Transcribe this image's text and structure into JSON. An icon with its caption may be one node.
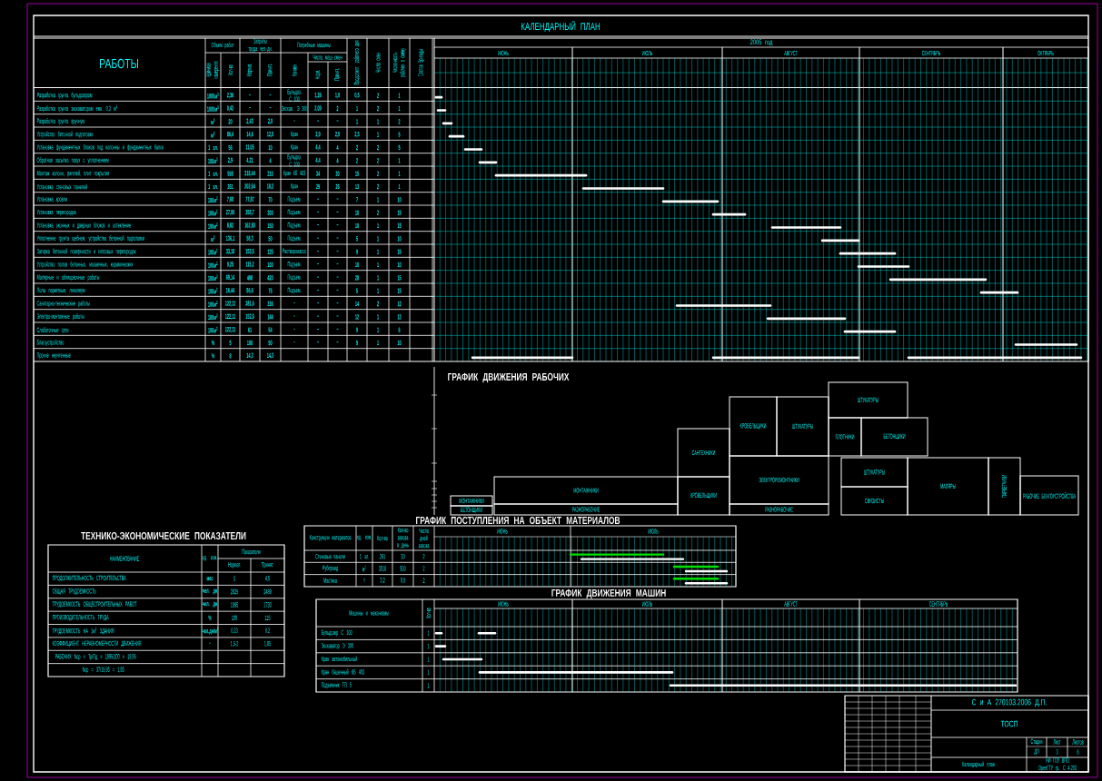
{
  "diagram": {
    "title": "КАЛЕНДАРНЫЙ ПЛАН",
    "nodes": [
      {
        "text": [
          "МОНТАЖНИКИ"
        ]
      },
      {
        "text": [
          "БЕТОНЩИКИ"
        ]
      },
      {
        "text": [
          "МОНТАЖНИКИ"
        ]
      },
      {
        "text": [
          "РАЗНОРАБОЧИЕ"
        ]
      },
      {
        "text": [
          "САНТЕХНИКИ"
        ]
      },
      {
        "text": [
          "КРОВЕЛЬЩИКИ"
        ]
      },
      {
        "text": [
          "КРОВЕЛЬЩИКИ"
        ]
      },
      {
        "text": [
          "ШТУКАТУРЫ"
        ]
      },
      {
        "text": [
          "ЭЛЕКТРОРЕМОНТНИКИ"
        ]
      },
      {
        "text": [
          "РАЗНОРАБОЧИЕ"
        ]
      },
      {
        "text": [
          "ШТУКАТУРЫ"
        ]
      },
      {
        "text": [
          "ПЛОТНИКИ"
        ]
      },
      {
        "text": [
          "БЕТОНЩИКИ"
        ]
      },
      {
        "text": [
          "ШТУКАТУРЫ"
        ]
      },
      {
        "text": [
          "СВЯЗИСТЫ"
        ]
      },
      {
        "text": [
          "МАЛЯРЫ"
        ]
      },
      {
        "text": [
          "ПАРКЕТЧИКИ"
        ]
      },
      {
        "text": [
          "РАБОЧИЕ БЛАГОУСТРОЙСТВА"
        ]
      }
    ],
    "labels": [
      "РАБОТЫ",
      "Объем работ",
      "Затраты труда чел.-дн.",
      "Потребные машины",
      "Число маш.-смен",
      "единица измерения",
      "Кол-во",
      "Нормат.",
      "Принят.",
      "Наимен.",
      "Норм.",
      "Принят.",
      "Продолжит. рабочего дня",
      "Число смен",
      "Численность рабочих в смену",
      "Состав бригады",
      "2005 год",
      "ИЮНЬ",
      "ИЮЛЬ",
      "АВГУСТ",
      "СЕНТЯБРЬ",
      "ОКТЯБРЬ",
      "Разработка грунта бульдозером",
      "1000м$^{3}$",
      "2,36",
      "–",
      "–",
      "Бульдоз. С 100",
      "1,26",
      "1,0",
      "0,5",
      "2",
      "1",
      "Разработка грунта экскаватором емк. 0,3 м$^{3}$",
      "1000м$^{3}$",
      "0,42",
      "–",
      "–",
      "Экскав. Э 300",
      "2,09",
      "2",
      "1",
      "2",
      "1",
      "Разработка грунта вручную",
      "м$^{3}$",
      "20",
      "2,43",
      "2,0",
      "–",
      "–",
      "–",
      "1",
      "1",
      "2",
      "Устройство бетонной подготовки",
      "м$^{3}$",
      "86,4",
      "14,6",
      "12,5",
      "Кран",
      "2,9",
      "2,5",
      "2,5",
      "1",
      "5",
      "Установка фундаментных блоков под колонны и фундаментных балок",
      "1 эл.",
      "56",
      "11,05",
      "10",
      "Кран",
      "4,4",
      "4",
      "2",
      "2",
      "5",
      "Обратная засыпка пазух с уплотнением",
      "100м$^{3}$",
      "2,9",
      "4,21",
      "4",
      "Бульдоз. С 100",
      "4,4",
      "4",
      "2",
      "2",
      "1",
      "Монтаж колонн, ригелей, плит покрытия",
      "1 эл.",
      "598",
      "218,44",
      "210",
      "Кран КБ 403",
      "34",
      "30",
      "15",
      "2",
      "1",
      "Установка стеновых панелей",
      "1 эл.",
      "261",
      "202,64",
      "18,2",
      "Кран",
      "29",
      "26",
      "13",
      "2",
      "1",
      "Установка кровли",
      "100м$^{2}$",
      "7,60",
      "77,87",
      "70",
      "Подъем.",
      "–",
      "–",
      "7",
      "1",
      "10",
      "Установка перегородок",
      "100м$^{2}$",
      "27,00",
      "358,7",
      "300",
      "Подъем.",
      "–",
      "–",
      "10",
      "2",
      "15",
      "Установка оконных и дверных блоков и остекление",
      "100м$^{2}$",
      "8,82",
      "162,80",
      "150",
      "Подъем.",
      "–",
      "–",
      "10",
      "1",
      "15",
      "Уплотнение грунта щебнем, устройство бетонной подготовки",
      "м$^{3}$",
      "136,1",
      "58,3",
      "50",
      "Подъем.",
      "–",
      "–",
      "5",
      "1",
      "10",
      "Затирка бетонной поверхности и гипсовых перегородок",
      "100м$^{2}$",
      "33,18",
      "153,5",
      "135",
      "Растворонасос",
      "–",
      "–",
      "9",
      "1",
      "15",
      "Устройство полов бетонных, мозаичных, керамических",
      "100м$^{2}$",
      "9,25",
      "115,2",
      "100",
      "Подъем.",
      "–",
      "–",
      "10",
      "1",
      "10",
      "Малярные и облицовочные работы",
      "100м$^{2}$",
      "69,14",
      "498",
      "420",
      "Подъем.",
      "–",
      "–",
      "28",
      "1",
      "15",
      "Полы паркетные, линолеум",
      "100м$^{2}$",
      "16,44",
      "86,6",
      "75",
      "Подъем.",
      "–",
      "–",
      "5",
      "1",
      "15",
      "Санитарно-технические работы",
      "100м$^{2}$",
      "122,11",
      "381,6",
      "336",
      "–",
      "–",
      "–",
      "14",
      "2",
      "12",
      "Электро-монтажные работы",
      "100м$^{2}$",
      "122,11",
      "152,6",
      "144",
      "–",
      "–",
      "–",
      "12",
      "1",
      "12",
      "Слаботочные сети",
      "100м$^{2}$",
      "122,11",
      "61",
      "54",
      "–",
      "–",
      "–",
      "9",
      "1",
      "6",
      "Благоустройство",
      "%",
      "5",
      "100",
      "90",
      "–",
      "–",
      "–",
      "9",
      "1",
      "10",
      "Прочие неучтенные",
      "%",
      "8",
      "14,3",
      "14,3",
      "ГРАФИК ДВИЖЕНИЯ РАБОЧИХ",
      "ТЕХНИКО-ЭКОНОМИЧЕСКИЕ ПОКАЗАТЕЛИ",
      "НАИМЕНОВАНИЕ",
      "ед. изм.",
      "Показатели",
      "Нормат.",
      "Принят.",
      "ПРОДОЛЖИТЕЛЬНОСТЬ СТРОИТЕЛЬСТВА",
      "мес",
      "5",
      "4,5",
      "ОБЩАЯ ТРУДОЕМКОСТЬ",
      "чел. дн",
      "2825",
      "2489",
      "ТРУДОЕМКОСТЬ ОБЩЕСТРОИТЕЛЬНЫХ РАБОТ",
      "чел. дн",
      "1995",
      "1730",
      "ПРОИЗВОДИТЕЛЬНОСТЬ ТРУДА",
      "%",
      "100",
      "115",
      "ТРУДОЕМКОСТЬ НА 1м$^{3}$ ЗДАНИЯ",
      "чел.дн/м$^{3}$",
      "0,23",
      "0,2",
      "КОЭФФИЦИЕНТ НЕРАВНОМЕРНОСТИ ДВИЖЕНИЯ",
      "-",
      "1,5-2",
      "1,85",
      "РАБОЧИХ Nср = Тр/Пд = 1995/100 = 19,95",
      "Nср = 37/19,95 = 1,85",
      "ГРАФИК ПОСТУПЛЕНИЯ НА ОБЪЕКТ МАТЕРИАЛОВ",
      "Конструкции материалов",
      "ед. изм.",
      "Кол-во",
      "Кол-во завоза в день",
      "Число дней завоза",
      "ИЮНЬ",
      "ИЮЛЬ",
      "Стеновые панели",
      "1 эл.",
      "261",
      "20",
      "2",
      "Рубероид",
      "м$^{2}$",
      "3510",
      "500",
      "2",
      "Мастика",
      "т",
      "3,2",
      "0,5",
      "2",
      "ГРАФИК ДВИЖЕНИЯ МАШИН",
      "Машины и механизмы",
      "Кол-во",
      "ИЮНЬ",
      "ИЮЛЬ",
      "АВГУСТ",
      "СЕНТЯБРЬ",
      "Бульдозер С 100",
      "1",
      "Экскаватор Э 300",
      "1",
      "Кран автомобильный",
      "1",
      "Кран башенный КБ 403",
      "1",
      "Подъемник ТП 5",
      "1",
      "С и А 270103.2006 Д.П.",
      "ТОСП",
      "Стадия",
      "Лист",
      "Листов",
      "ДП",
      "3",
      "6",
      "Календарный план",
      "НИ ГОУ ВПО ОрелГТУ гр. С 4-203"
    ]
  }
}
